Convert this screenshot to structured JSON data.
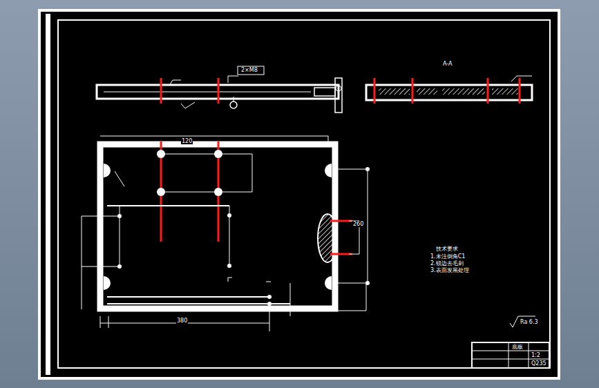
{
  "diagram": {
    "labels": [
      "2×M8",
      "A-A",
      "120",
      "260",
      "380",
      "技术要求",
      "1.未注倒角C1",
      "2.锐边去毛刺",
      "3.表面发黑处理",
      "Ra 6.3",
      "底板",
      "1:2",
      "Q235"
    ]
  }
}
